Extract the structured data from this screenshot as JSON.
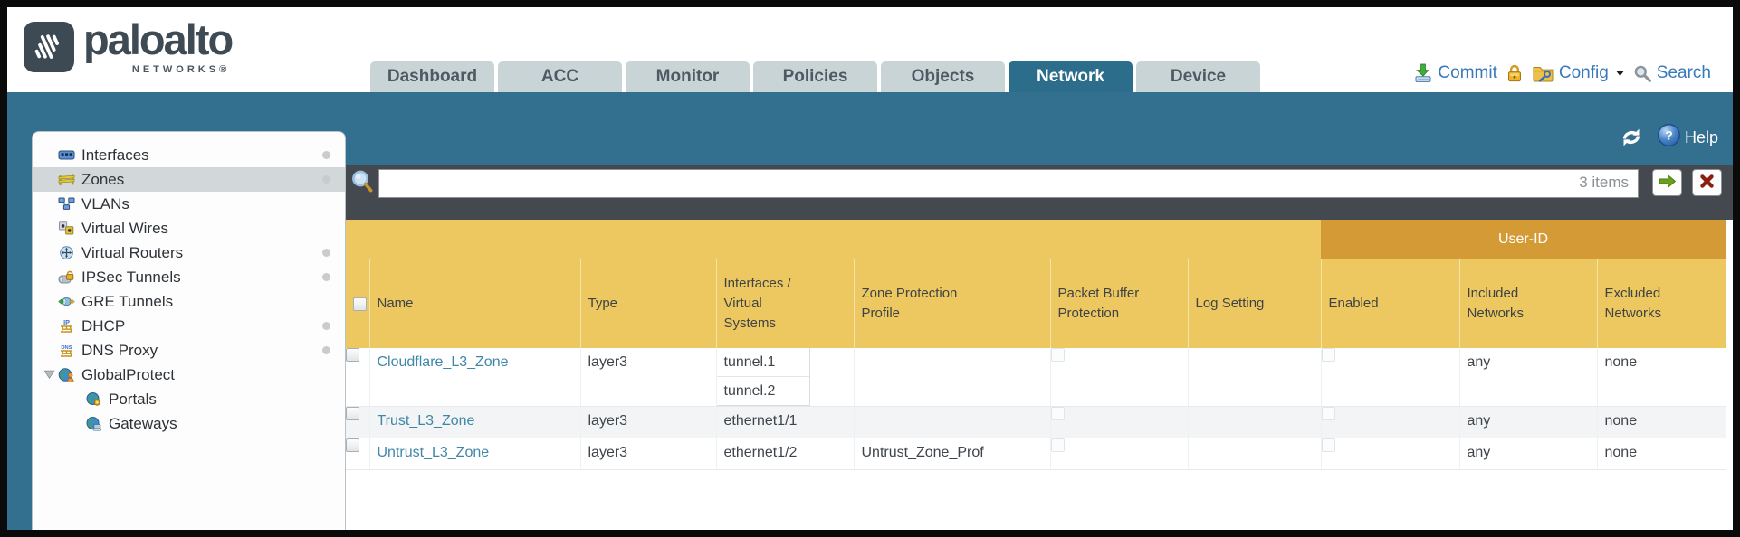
{
  "brand": {
    "name": "paloalto",
    "sub": "NETWORKS®"
  },
  "colors": {
    "teal_band": "#336f8e",
    "active_tab": "#2d6d8c",
    "table_header": "#edc75f",
    "user_id_band": "#d49a36",
    "link": "#3e87a8",
    "filter_bar": "#44494f"
  },
  "tabs": [
    {
      "label": "Dashboard",
      "active": false
    },
    {
      "label": "ACC",
      "active": false
    },
    {
      "label": "Monitor",
      "active": false
    },
    {
      "label": "Policies",
      "active": false
    },
    {
      "label": "Objects",
      "active": false
    },
    {
      "label": "Network",
      "active": true
    },
    {
      "label": "Device",
      "active": false
    }
  ],
  "utilities": {
    "commit": "Commit",
    "config": "Config",
    "search": "Search",
    "help": "Help"
  },
  "sidebar": {
    "items": [
      {
        "label": "Interfaces",
        "icon": "interfaces-icon",
        "dot": true,
        "selected": false
      },
      {
        "label": "Zones",
        "icon": "zones-icon",
        "dot": true,
        "selected": true
      },
      {
        "label": "VLANs",
        "icon": "vlans-icon",
        "dot": false,
        "selected": false
      },
      {
        "label": "Virtual Wires",
        "icon": "virtual-wires-icon",
        "dot": false,
        "selected": false
      },
      {
        "label": "Virtual Routers",
        "icon": "virtual-routers-icon",
        "dot": true,
        "selected": false
      },
      {
        "label": "IPSec Tunnels",
        "icon": "ipsec-tunnels-icon",
        "dot": true,
        "selected": false
      },
      {
        "label": "GRE Tunnels",
        "icon": "gre-tunnels-icon",
        "dot": false,
        "selected": false
      },
      {
        "label": "DHCP",
        "icon": "dhcp-icon",
        "dot": true,
        "selected": false
      },
      {
        "label": "DNS Proxy",
        "icon": "dns-proxy-icon",
        "dot": true,
        "selected": false
      },
      {
        "label": "GlobalProtect",
        "icon": "globalprotect-icon",
        "dot": false,
        "selected": false,
        "expanded": true,
        "children": [
          {
            "label": "Portals",
            "icon": "portals-icon"
          },
          {
            "label": "Gateways",
            "icon": "gateways-icon"
          }
        ]
      }
    ]
  },
  "filter": {
    "value": "",
    "count_label": "3 items"
  },
  "table": {
    "group_header": "User-ID",
    "columns": [
      "Name",
      "Type",
      "Interfaces /\nVirtual\nSystems",
      "Zone Protection\nProfile",
      "Packet Buffer\nProtection",
      "Log Setting"
    ],
    "group_columns": [
      "Enabled",
      "Included\nNetworks",
      "Excluded\nNetworks"
    ],
    "select_all_checked": false,
    "rows": [
      {
        "name": "Cloudflare_L3_Zone",
        "type": "layer3",
        "interfaces": [
          "tunnel.1",
          "tunnel.2"
        ],
        "zone_protection_profile": "",
        "packet_buffer_protection": false,
        "log_setting": "",
        "user_id_enabled": false,
        "included_networks": "any",
        "excluded_networks": "none",
        "selected": false
      },
      {
        "name": "Trust_L3_Zone",
        "type": "layer3",
        "interfaces": [
          "ethernet1/1"
        ],
        "zone_protection_profile": "",
        "packet_buffer_protection": false,
        "log_setting": "",
        "user_id_enabled": false,
        "included_networks": "any",
        "excluded_networks": "none",
        "selected": false
      },
      {
        "name": "Untrust_L3_Zone",
        "type": "layer3",
        "interfaces": [
          "ethernet1/2"
        ],
        "zone_protection_profile": "Untrust_Zone_Prof",
        "packet_buffer_protection": false,
        "log_setting": "",
        "user_id_enabled": false,
        "included_networks": "any",
        "excluded_networks": "none",
        "selected": false
      }
    ]
  }
}
